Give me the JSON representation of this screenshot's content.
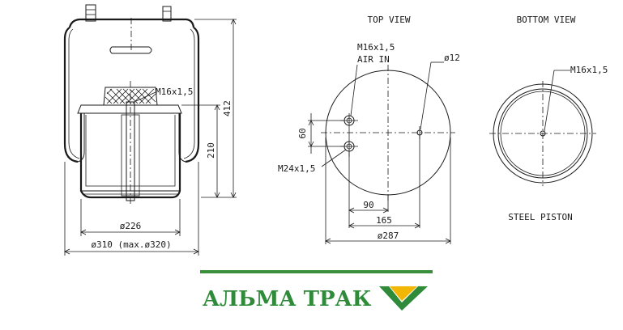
{
  "views": {
    "top_title": "TOP VIEW",
    "bottom_title": "BOTTOM VIEW",
    "piston_label": "STEEL PISTON"
  },
  "side_view": {
    "dims": {
      "height_total": "412",
      "height_piston": "210",
      "thread_top": "M16x1,5",
      "dia_piston": "ø226",
      "dia_bellow": "ø310 (max.ø320)"
    }
  },
  "top_view": {
    "dims": {
      "thread_air": "M16x1,5",
      "air_in": "AIR IN",
      "dia_hole": "ø12",
      "spacing": "60",
      "thread_stud": "M24x1,5",
      "dist_90": "90",
      "dist_165": "165",
      "dia_plate": "ø287"
    }
  },
  "bottom_view": {
    "dims": {
      "thread": "M16x1,5"
    }
  },
  "logo": {
    "text": "АЛЬМА ТРАК",
    "bar_color": "#3a8f3a",
    "text_color": "#2f8a3a",
    "mark_color": "#f2b705"
  }
}
